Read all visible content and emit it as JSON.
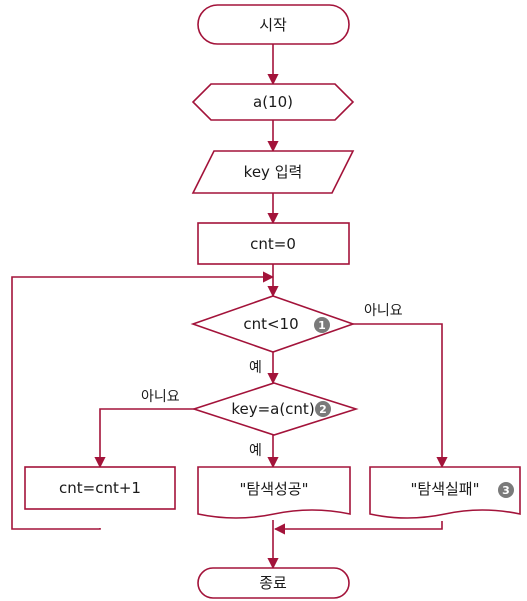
{
  "nodes": {
    "start": "시작",
    "array": "a(10)",
    "input": "key 입력",
    "init": "cnt=0",
    "loop_check": "cnt<10",
    "compare": "key=a(cnt)",
    "increment": "cnt=cnt+1",
    "found": "\"탐색성공\"",
    "not_found": "\"탐색실패\"",
    "end": "종료"
  },
  "edge_labels": {
    "loop_no": "아니요",
    "loop_yes": "예",
    "compare_no": "아니요",
    "compare_yes": "예"
  },
  "badges": {
    "b1": "1",
    "b2": "2",
    "b3": "3"
  },
  "colors": {
    "stroke": "#a3133a",
    "badge": "#7a7a7a",
    "text": "#1a1a1a"
  }
}
